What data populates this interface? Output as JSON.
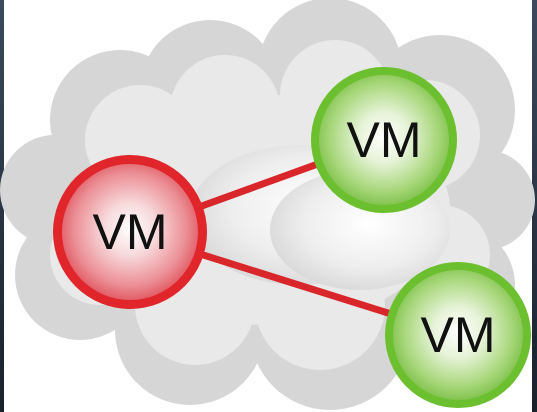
{
  "diagram": {
    "nodes": [
      {
        "id": "vm-red",
        "label": "VM",
        "color": "#e0262b"
      },
      {
        "id": "vm-green-top",
        "label": "VM",
        "color": "#6cc02f"
      },
      {
        "id": "vm-green-bottom",
        "label": "VM",
        "color": "#6cc02f"
      }
    ],
    "edges": [
      {
        "from": "vm-red",
        "to": "vm-green-top",
        "color": "#d9262b"
      },
      {
        "from": "vm-red",
        "to": "vm-green-bottom",
        "color": "#d9262b"
      }
    ]
  }
}
